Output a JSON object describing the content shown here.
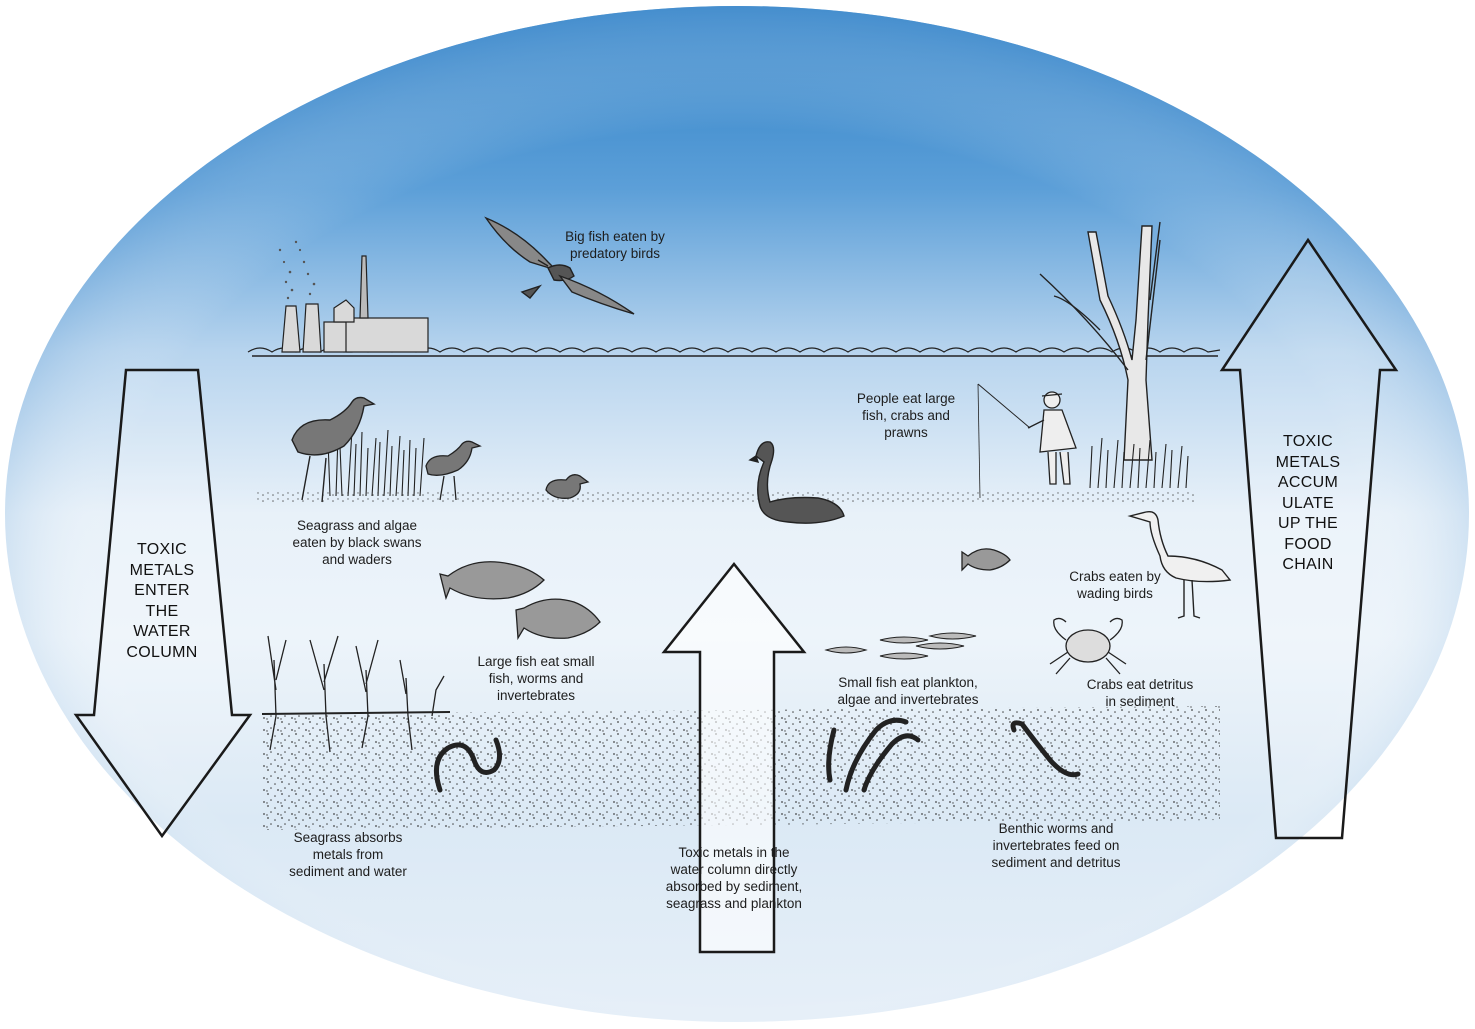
{
  "colors": {
    "sky_top": "#2b7fc6",
    "sky_mid": "#8dbde6",
    "water_light": "#e7f0f8",
    "ink": "#1d1d1d"
  },
  "arrows": {
    "left": {
      "direction": "down",
      "text": [
        "TOXIC",
        "METALS",
        "ENTER",
        "THE",
        "WATER",
        "COLUMN"
      ]
    },
    "right": {
      "direction": "up",
      "text": [
        "TOXIC",
        "METALS",
        "ACCUM",
        "ULATE",
        "UP THE",
        "FOOD",
        "CHAIN"
      ]
    },
    "center": {
      "direction": "up"
    }
  },
  "labels": {
    "predatory_birds": [
      "Big fish eaten by",
      "predatory birds"
    ],
    "people": [
      "People eat large",
      "fish, crabs and",
      "prawns"
    ],
    "seagrass_swans": [
      "Seagrass and algae",
      "eaten by black swans",
      "and waders"
    ],
    "crabs_birds": [
      "Crabs eaten by",
      "wading birds"
    ],
    "large_fish": [
      "Large fish eat small",
      "fish, worms and",
      "invertebrates"
    ],
    "small_fish": [
      "Small fish eat plankton,",
      "algae and invertebrates"
    ],
    "crabs_detritus": [
      "Crabs eat detritus",
      "in sediment"
    ],
    "seagrass_absorbs": [
      "Seagrass absorbs",
      "metals from",
      "sediment and water"
    ],
    "toxic_direct": [
      "Toxic metals in the",
      "water column directly",
      "absorbed by sediment,",
      "seagrass and plankton"
    ],
    "benthic": [
      "Benthic worms and",
      "invertebrates feed on",
      "sediment and detritus"
    ]
  },
  "icons": [
    "factory-icon",
    "osprey-icon",
    "tree-icon",
    "fisherman-icon",
    "moorhen-icon",
    "duck-icon",
    "black-swan-icon",
    "heron-icon",
    "fish-icon",
    "crab-icon",
    "worm-icon",
    "seagrass-icon",
    "small-fish-school-icon"
  ]
}
